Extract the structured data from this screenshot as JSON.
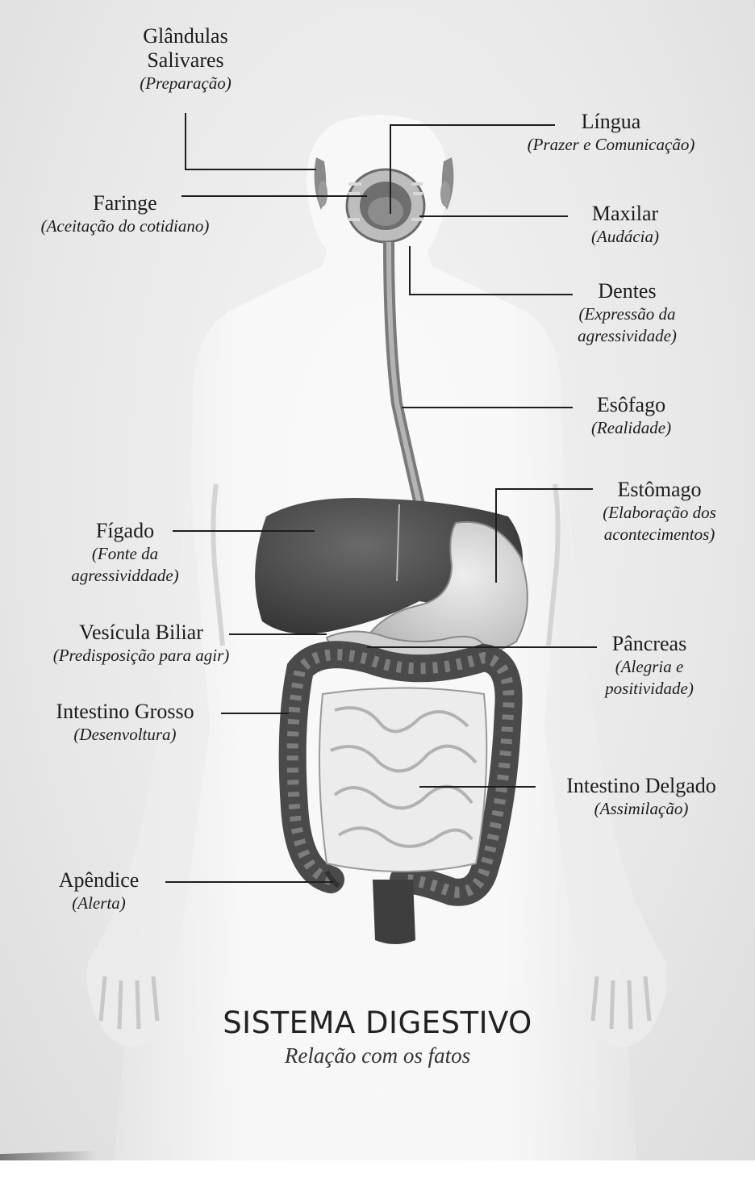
{
  "labels": [
    {
      "id": "glandulas",
      "name_lines": [
        "Glândulas",
        "Salivares"
      ],
      "sub_lines": [
        "(Preparação)"
      ]
    },
    {
      "id": "lingua",
      "name_lines": [
        "Língua"
      ],
      "sub_lines": [
        "(Prazer e Comunicação)"
      ]
    },
    {
      "id": "faringe",
      "name_lines": [
        "Faringe"
      ],
      "sub_lines": [
        "(Aceitação do cotidiano)"
      ]
    },
    {
      "id": "maxilar",
      "name_lines": [
        "Maxilar"
      ],
      "sub_lines": [
        "(Audácia)"
      ]
    },
    {
      "id": "dentes",
      "name_lines": [
        "Dentes"
      ],
      "sub_lines": [
        "(Expressão da",
        "agressividade)"
      ]
    },
    {
      "id": "esofago",
      "name_lines": [
        "Esôfago"
      ],
      "sub_lines": [
        "(Realidade)"
      ]
    },
    {
      "id": "estomago",
      "name_lines": [
        "Estômago"
      ],
      "sub_lines": [
        "(Elaboração dos",
        "acontecimentos)"
      ]
    },
    {
      "id": "figado",
      "name_lines": [
        "Fígado"
      ],
      "sub_lines": [
        "(Fonte da",
        "agressividdade)"
      ]
    },
    {
      "id": "vesicula",
      "name_lines": [
        "Vesícula Biliar"
      ],
      "sub_lines": [
        "(Predisposição para agir)"
      ]
    },
    {
      "id": "pancreas",
      "name_lines": [
        "Pâncreas"
      ],
      "sub_lines": [
        "(Alegria e",
        "positividade)"
      ]
    },
    {
      "id": "intestino-grosso",
      "name_lines": [
        "Intestino Grosso"
      ],
      "sub_lines": [
        "(Desenvoltura)"
      ]
    },
    {
      "id": "intestino-delgado",
      "name_lines": [
        "Intestino Delgado"
      ],
      "sub_lines": [
        "(Assimilação)"
      ]
    },
    {
      "id": "apendice",
      "name_lines": [
        "Apêndice"
      ],
      "sub_lines": [
        "(Alerta)"
      ]
    }
  ],
  "title": "SISTEMA DIGESTIVO",
  "subtitle": "Relação com os fatos"
}
